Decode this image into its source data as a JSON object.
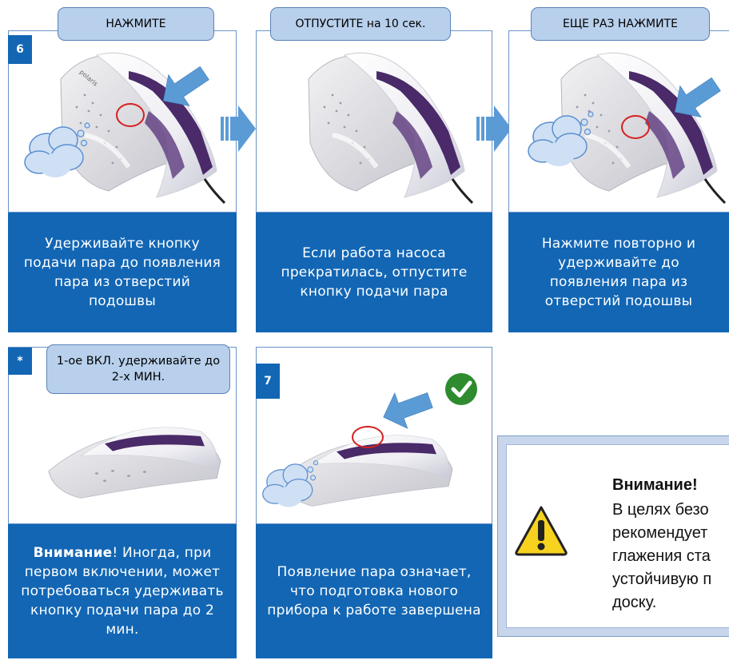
{
  "steps": [
    {
      "badge": "6",
      "tab": "НАЖМИТЕ",
      "caption": "Удерживайте кнопку подачи пара до появления пара из отверстий подошвы"
    },
    {
      "tab": "ОТПУСТИТЕ на 10 сек.",
      "caption": "Если работа насоса прекратилась, отпустите кнопку подачи пара"
    },
    {
      "tab": "ЕЩЕ РАЗ НАЖМИТЕ",
      "caption": "Нажмите повторно и удерживайте до появления пара из отверстий подошвы"
    },
    {
      "badge": "*",
      "tab": "1-ое ВКЛ. удерживайте до 2-х МИН.",
      "caption_bold": "Внимание",
      "caption": "! Иногда, при первом включении, может потребоваться удерживать кнопку подачи пара до 2 мин."
    },
    {
      "badge": "7",
      "caption": "Появление пара означает, что подготовка нового прибора к работе завершена"
    }
  ],
  "brand_logo": "polaris",
  "warning": {
    "title": "Внимание!",
    "lines": [
      "В целях безо",
      "рекомендует",
      "глажения ста",
      "устойчивую п",
      "доску."
    ]
  },
  "colors": {
    "caption_bg": "#1266b4",
    "tab_bg": "#b8d0ec",
    "arrow": "#5b9bd5",
    "check": "#2e8b2e",
    "warning_yellow": "#f7d21e"
  },
  "icons": [
    "step-arrow-icon",
    "checkmark-icon",
    "warning-triangle-icon",
    "steam-cloud-icon"
  ]
}
